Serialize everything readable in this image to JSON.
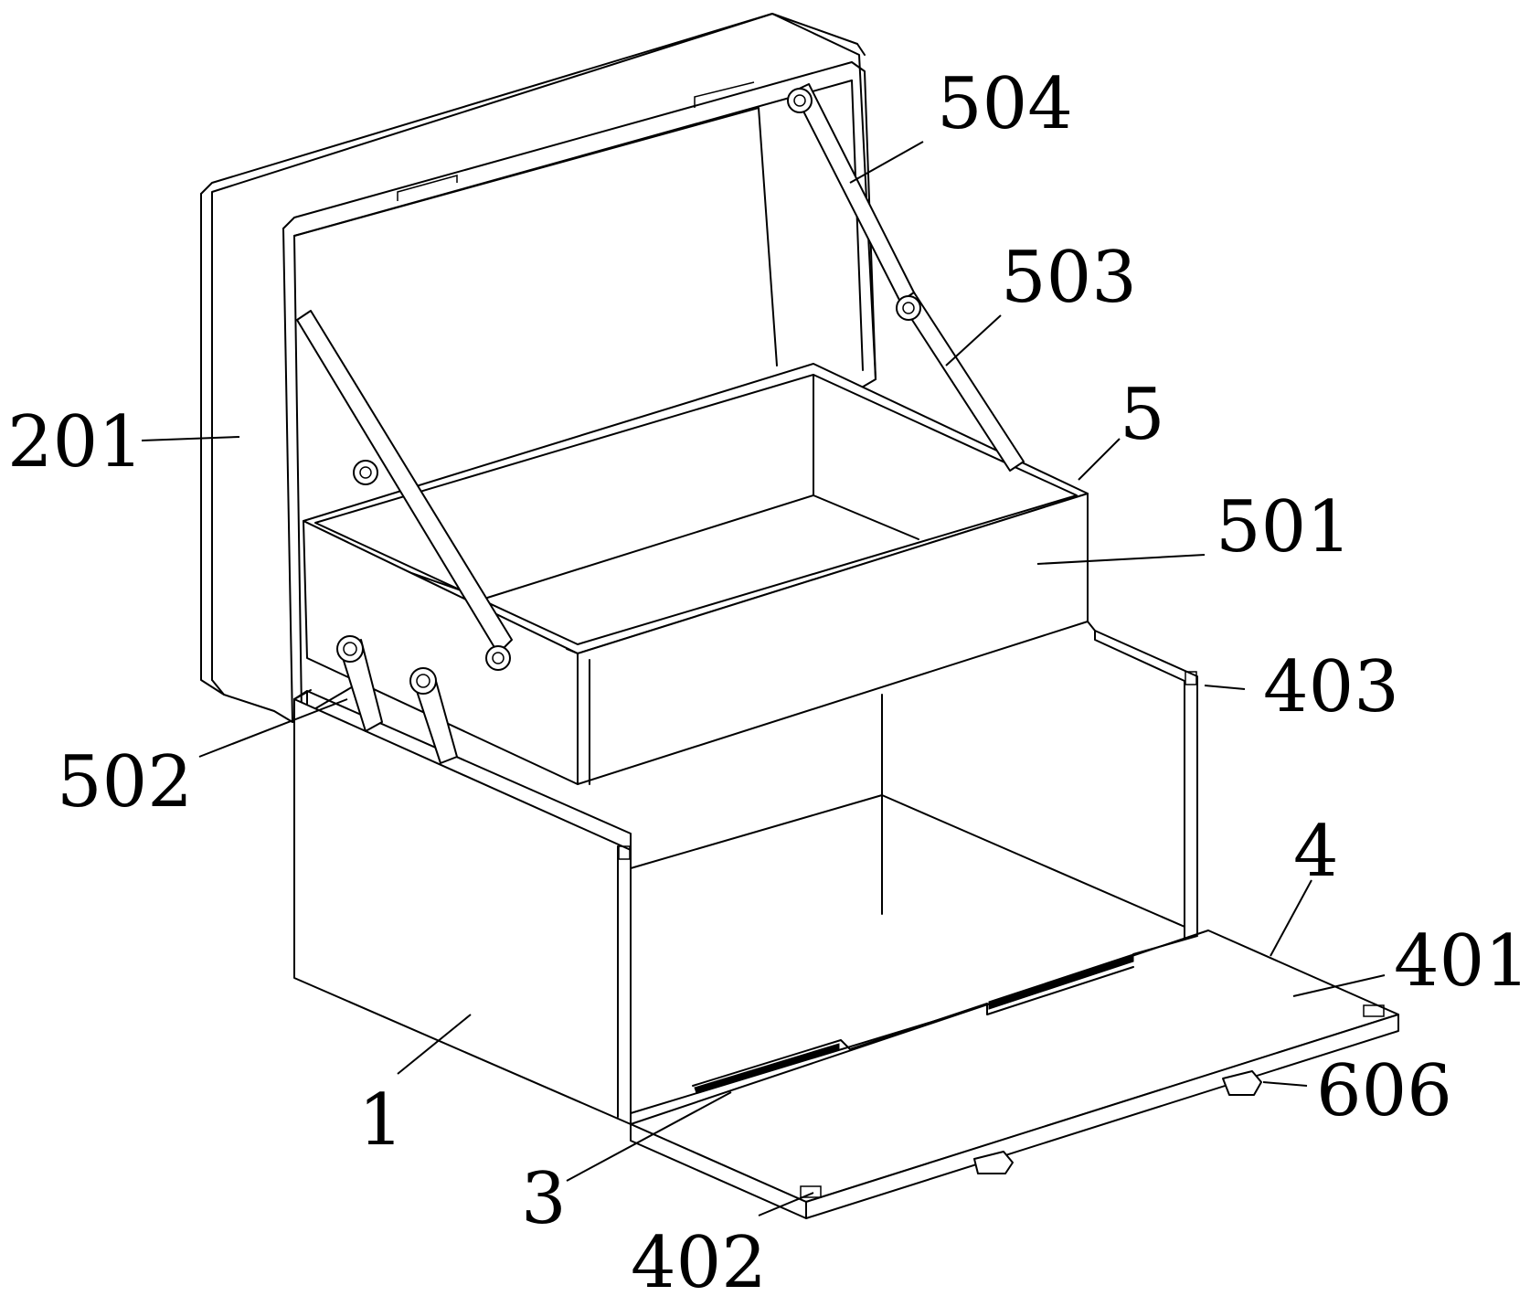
{
  "labels": {
    "l504": "504",
    "l503": "503",
    "l201": "201",
    "l5": "5",
    "l501": "501",
    "l403": "403",
    "l502": "502",
    "l4": "4",
    "l401": "401",
    "l606": "606",
    "l1": "1",
    "l3": "3",
    "l402": "402"
  }
}
